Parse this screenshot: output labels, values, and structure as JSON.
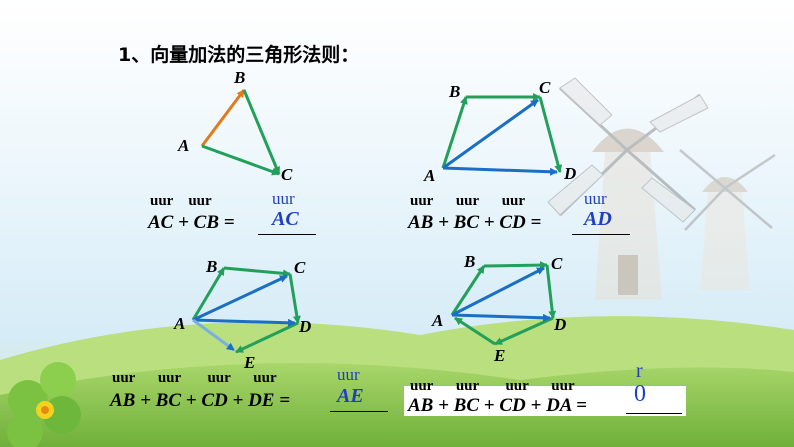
{
  "title": "1、向量加法的三角形法则：",
  "colors": {
    "green": "#22a05a",
    "orange": "#e07a1c",
    "blue": "#1a6fc4",
    "answer": "#1f3fbf"
  },
  "vector_mark": "uur",
  "zero_vector_mark": "r",
  "fig1": {
    "labels": {
      "A": "A",
      "B": "B",
      "C": "C"
    },
    "equation": "AC + CB = ",
    "answer": "AC"
  },
  "fig2": {
    "labels": {
      "A": "A",
      "B": "B",
      "C": "C",
      "D": "D"
    },
    "equation": "AB + BC + CD = ",
    "answer": "AD"
  },
  "fig3": {
    "labels": {
      "A": "A",
      "B": "B",
      "C": "C",
      "D": "D",
      "E": "E"
    },
    "equation": "AB + BC + CD + DE = ",
    "answer": "AE"
  },
  "fig4": {
    "labels": {
      "A": "A",
      "B": "B",
      "C": "C",
      "D": "D",
      "E": "E"
    },
    "equation": "AB + BC + CD + DA = ",
    "answer": "0"
  }
}
